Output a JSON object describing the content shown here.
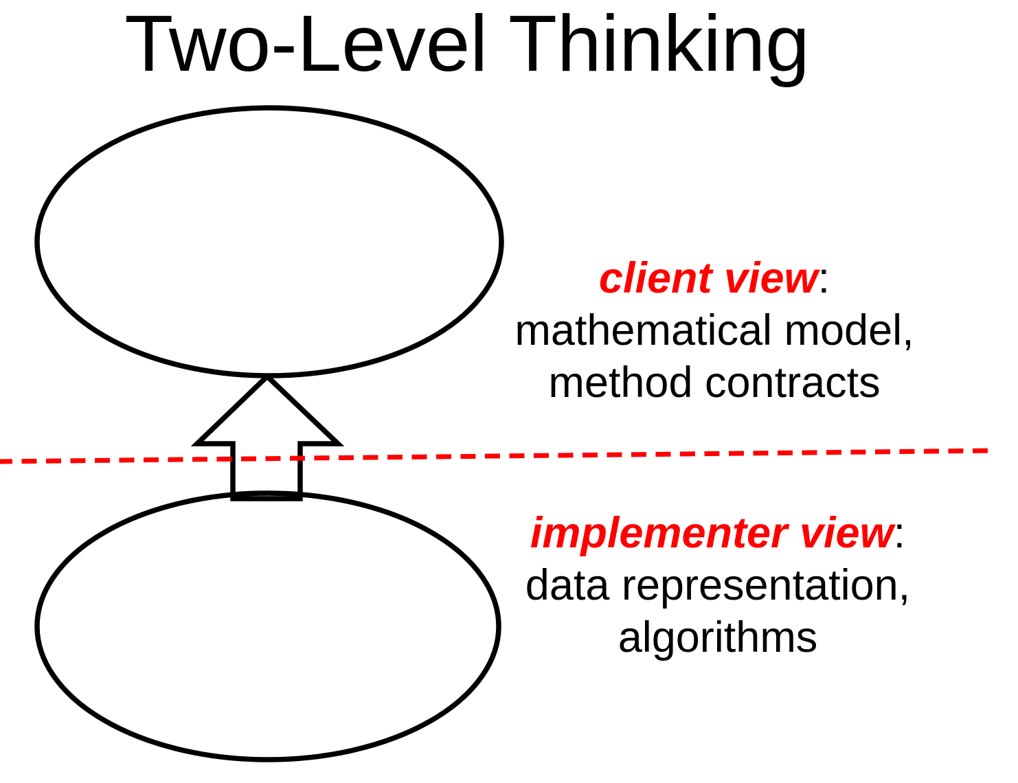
{
  "slide": {
    "title": "Two-Level Thinking"
  },
  "annotations": {
    "client": {
      "heading": "client view",
      "heading_suffix": ":",
      "line1": "mathematical model,",
      "line2": "method contracts"
    },
    "implementer": {
      "heading": "implementer view",
      "heading_suffix": ":",
      "line1": "data representation,",
      "line2": "algorithms"
    }
  },
  "shapes": {
    "top_ellipse": "client-view-ellipse",
    "bottom_ellipse": "implementer-view-ellipse",
    "arrow": "upward-block-arrow",
    "divider": "abstraction-barrier-dashed-line"
  },
  "colors": {
    "ink": "#000000",
    "accent_red": "#ff0000",
    "background": "#ffffff"
  }
}
